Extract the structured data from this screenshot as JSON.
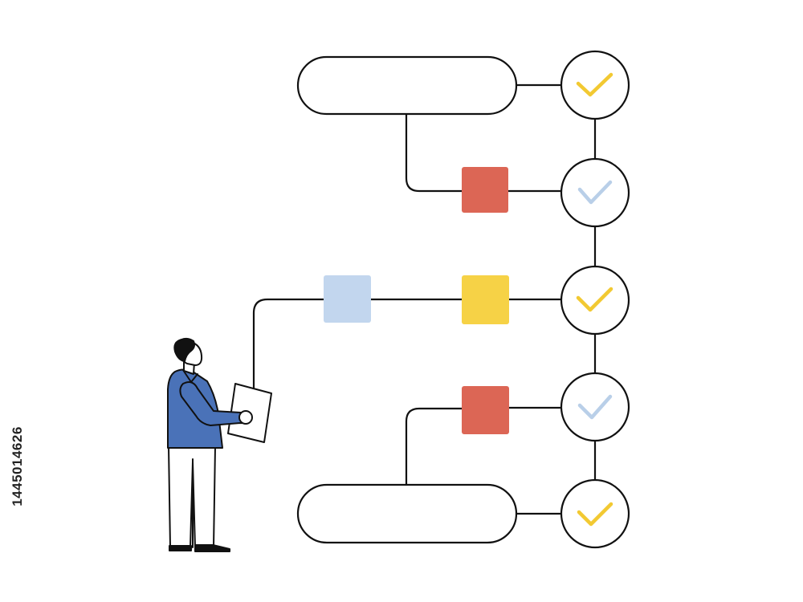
{
  "image_id_text": "1445014626",
  "colors": {
    "outline": "#111111",
    "check_yellow": "#f2c932",
    "check_blue": "#b9cfe8",
    "red_square": "#dc6655",
    "yellow_square": "#f6d246",
    "blue_square": "#c2d6ee",
    "shirt": "#4a72b8",
    "hair": "#111111",
    "skin": "#ffffff",
    "pants": "#ffffff"
  },
  "diagram": {
    "pills": [
      {
        "id": "top",
        "label": ""
      },
      {
        "id": "bottom",
        "label": ""
      }
    ],
    "checkmarks": [
      {
        "id": 1,
        "state": "done",
        "color": "check_yellow"
      },
      {
        "id": 2,
        "state": "done",
        "color": "check_blue"
      },
      {
        "id": 3,
        "state": "done",
        "color": "check_yellow"
      },
      {
        "id": 4,
        "state": "done",
        "color": "check_blue"
      },
      {
        "id": 5,
        "state": "done",
        "color": "check_yellow"
      }
    ],
    "squares": [
      {
        "id": "red-1",
        "color": "red_square"
      },
      {
        "id": "blue-1",
        "color": "blue_square"
      },
      {
        "id": "yellow-1",
        "color": "yellow_square"
      },
      {
        "id": "red-2",
        "color": "red_square"
      }
    ]
  },
  "figure": {
    "icon": "person-holding-clipboard-icon"
  }
}
